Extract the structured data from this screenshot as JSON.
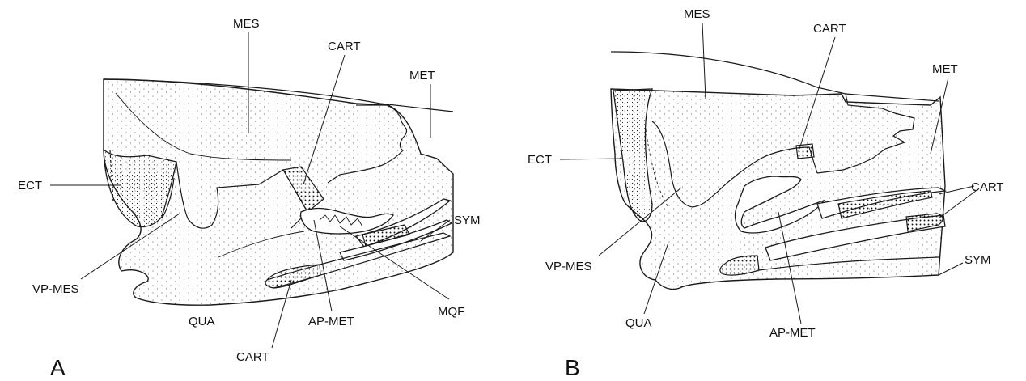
{
  "panels": {
    "a": {
      "letter": "A",
      "labels": {
        "mes": "MES",
        "cart_top": "CART",
        "met": "MET",
        "ect": "ECT",
        "sym": "SYM",
        "vp_mes": "VP-MES",
        "mqf": "MQF",
        "qua": "QUA",
        "ap_met": "AP-MET",
        "cart_bottom": "CART"
      }
    },
    "b": {
      "letter": "B",
      "labels": {
        "mes": "MES",
        "cart_top": "CART",
        "met": "MET",
        "ect": "ECT",
        "cart_right": "CART",
        "vp_mes": "VP-MES",
        "sym": "SYM",
        "qua": "QUA",
        "ap_met": "AP-MET"
      }
    }
  },
  "colors": {
    "ink": "#1a1a1a",
    "background": "#ffffff"
  }
}
